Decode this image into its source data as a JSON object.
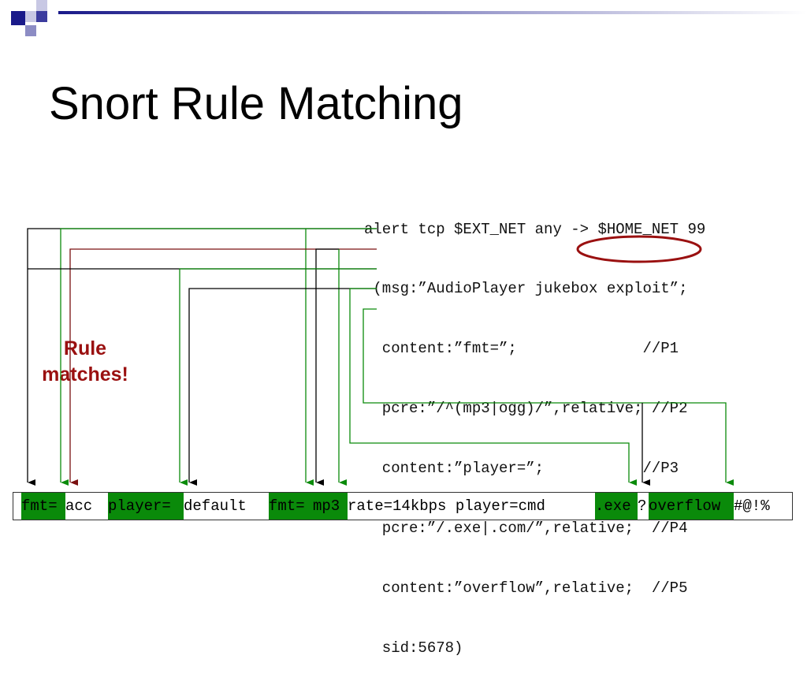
{
  "title": "Snort Rule Matching",
  "rule_lines": [
    "alert tcp $EXT_NET any -> $HOME_NET 99",
    " (msg:”AudioPlayer jukebox exploit”;",
    "  content:”fmt=”;              //P1",
    "  pcre:”/^(mp3|ogg)/”,relative; //P2",
    "  content:”player=”;           //P3",
    "  pcre:”/.exe|.com/”,relative;  //P4",
    "  content:”overflow”,relative;  //P5",
    "  sid:5678)"
  ],
  "callout": {
    "line1": "Rule",
    "line2": "matches!"
  },
  "payload_segments": [
    {
      "text": "fmt=",
      "highlight": true
    },
    {
      "text": "acc ",
      "highlight": false
    },
    {
      "text": "player=",
      "highlight": true
    },
    {
      "text": "default ",
      "highlight": false
    },
    {
      "text": "fmt=",
      "highlight": true
    },
    {
      "text": "mp3",
      "highlight": true
    },
    {
      "text": " rate=14kbps player=cmd",
      "highlight": false
    },
    {
      "text": ".exe",
      "highlight": true
    },
    {
      "text": "?",
      "highlight": false
    },
    {
      "text": "overflow",
      "highlight": true
    },
    {
      "text": "#@!%",
      "highlight": false
    }
  ],
  "colors": {
    "match_green": "#0a8a0a",
    "callout_red": "#9a1010",
    "pcre_dark_red": "#7a1010",
    "line_black": "#000000"
  }
}
